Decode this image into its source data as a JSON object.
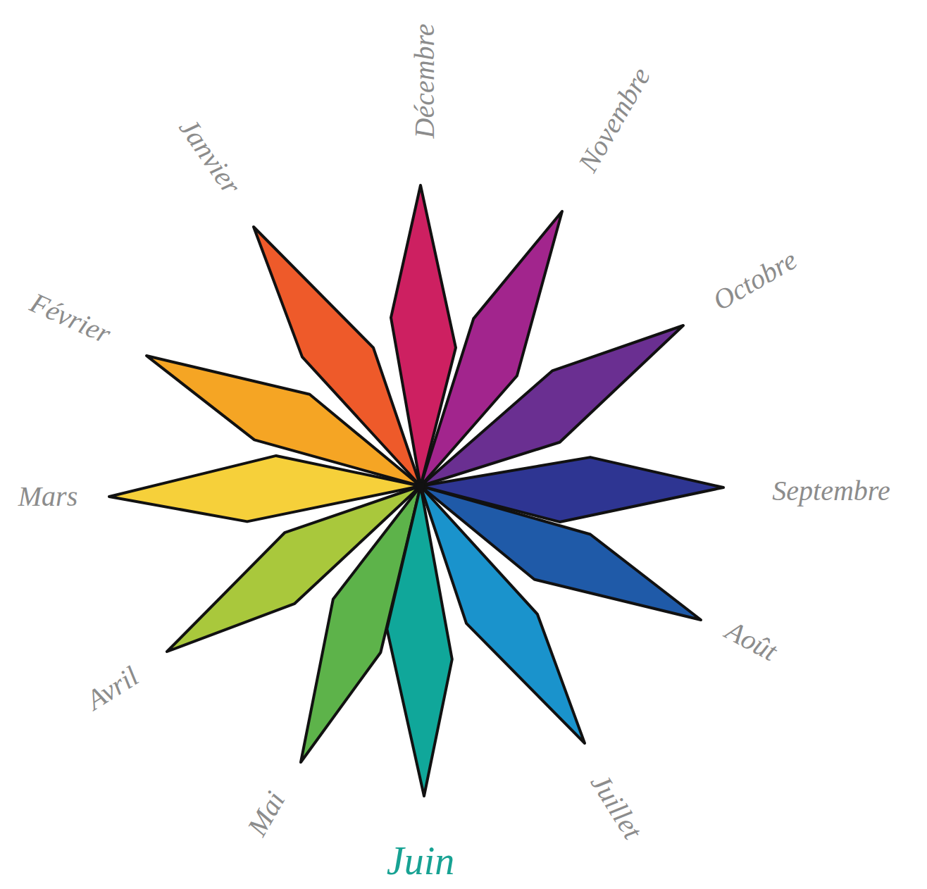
{
  "diagram": {
    "labels": [
      "Janvier",
      "Février",
      "Mars",
      "Avril",
      "Mai",
      "Juin",
      "Juillet",
      "Août",
      "Septembre",
      "Octobre",
      "Novembre",
      "Décembre"
    ]
  }
}
